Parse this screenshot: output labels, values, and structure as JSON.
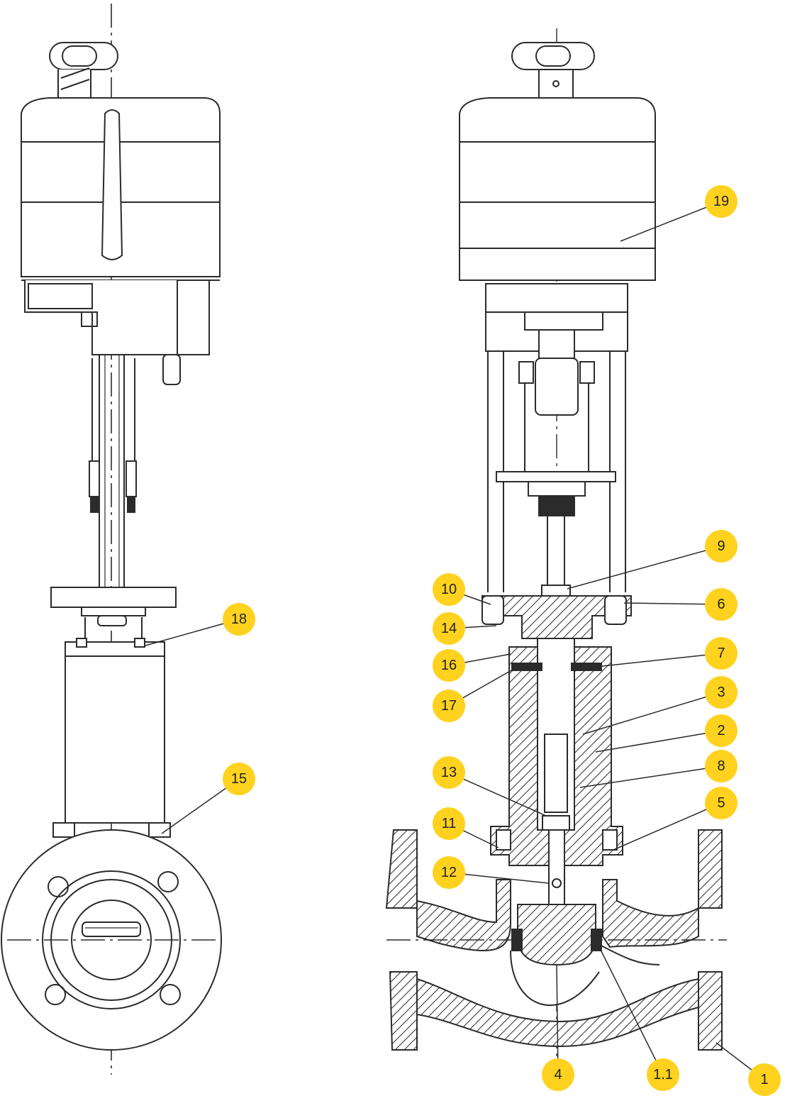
{
  "colors": {
    "callout_fill": "#FFD21F",
    "line": "#2b2b2b",
    "hatch": "#3a3a3a",
    "text": "#222222"
  },
  "callouts": [
    {
      "label": "19"
    },
    {
      "label": "9"
    },
    {
      "label": "10"
    },
    {
      "label": "6"
    },
    {
      "label": "18"
    },
    {
      "label": "14"
    },
    {
      "label": "16"
    },
    {
      "label": "7"
    },
    {
      "label": "17"
    },
    {
      "label": "3"
    },
    {
      "label": "2"
    },
    {
      "label": "15"
    },
    {
      "label": "13"
    },
    {
      "label": "8"
    },
    {
      "label": "5"
    },
    {
      "label": "11"
    },
    {
      "label": "12"
    },
    {
      "label": "4"
    },
    {
      "label": "1.1"
    },
    {
      "label": "1"
    }
  ]
}
